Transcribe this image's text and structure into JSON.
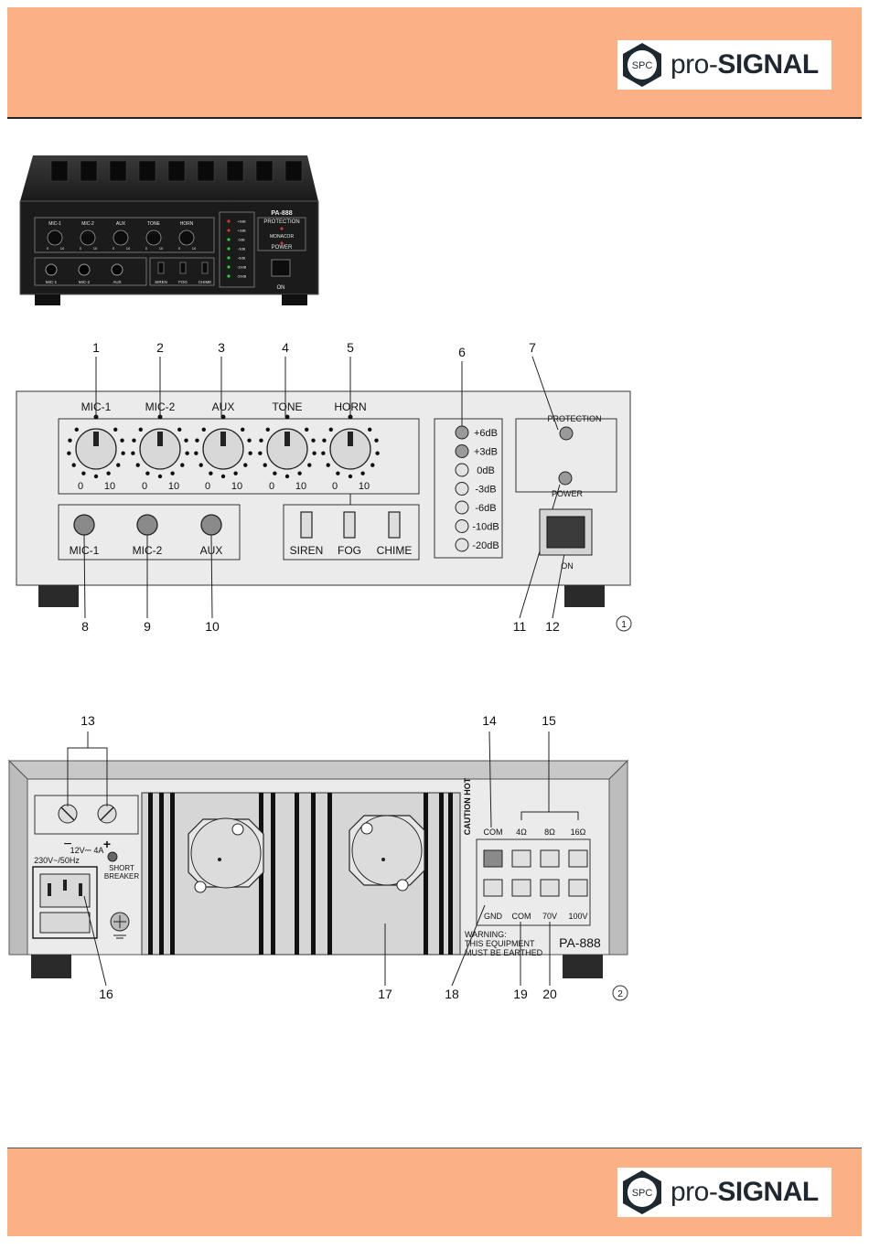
{
  "brand": {
    "badge": "SPC",
    "name_light": "pro-",
    "name_bold": "SIGNAL"
  },
  "colors": {
    "band": "#fbb185",
    "logo_text": "#1f2730",
    "panel": "#ebebeb",
    "device_black": "#1b1b1b"
  },
  "photo": {
    "model": "PA-888",
    "protection": "PROTECTION",
    "power": "POWER",
    "brand": "MONACOR",
    "on": "ON",
    "knobs": [
      "MIC-1",
      "MIC-2",
      "AUX",
      "TONE",
      "HORN"
    ],
    "inputs": [
      "MIC-1",
      "MIC-2",
      "AUX"
    ],
    "switches": [
      "SIREN",
      "FOG",
      "CHIME"
    ],
    "scale_min": "0",
    "scale_max": "10",
    "levels": [
      "+6dB",
      "+3dB",
      "0dB",
      "-3dB",
      "-6dB",
      "-10dB",
      "-20dB"
    ]
  },
  "front": {
    "callouts_top": [
      "1",
      "2",
      "3",
      "4",
      "5",
      "6",
      "7"
    ],
    "callouts_bottom": [
      "8",
      "9",
      "10",
      "11",
      "12"
    ],
    "figure_number": "1",
    "knobs": [
      "MIC-1",
      "MIC-2",
      "AUX",
      "TONE",
      "HORN"
    ],
    "scale_min": "0",
    "scale_max": "10",
    "inputs": [
      "MIC-1",
      "MIC-2",
      "AUX"
    ],
    "switches": [
      "SIREN",
      "FOG",
      "CHIME"
    ],
    "levels": [
      "+6dB",
      "+3dB",
      "0dB",
      "-3dB",
      "-6dB",
      "-10dB",
      "-20dB"
    ],
    "protection": "PROTECTION",
    "power": "POWER",
    "on": "ON"
  },
  "rear": {
    "callouts_top": [
      "13",
      "14",
      "15"
    ],
    "callouts_bottom": [
      "16",
      "17",
      "18",
      "19",
      "20"
    ],
    "figure_number": "2",
    "dc_minus": "−",
    "dc_plus": "+",
    "dc_rating": "12V⎓ 4A",
    "ac_rating": "230V~/50Hz",
    "circuit_breaker": [
      "SHORT",
      "BREAKER"
    ],
    "caution": "CAUTION HOT",
    "terminals_top": [
      "COM",
      "4Ω",
      "8Ω",
      "16Ω"
    ],
    "terminals_bottom": [
      "GND",
      "COM",
      "70V",
      "100V"
    ],
    "warning": [
      "WARNING:",
      "THIS EQUIPMENT",
      "MUST BE EARTHED"
    ],
    "model": "PA-888"
  }
}
